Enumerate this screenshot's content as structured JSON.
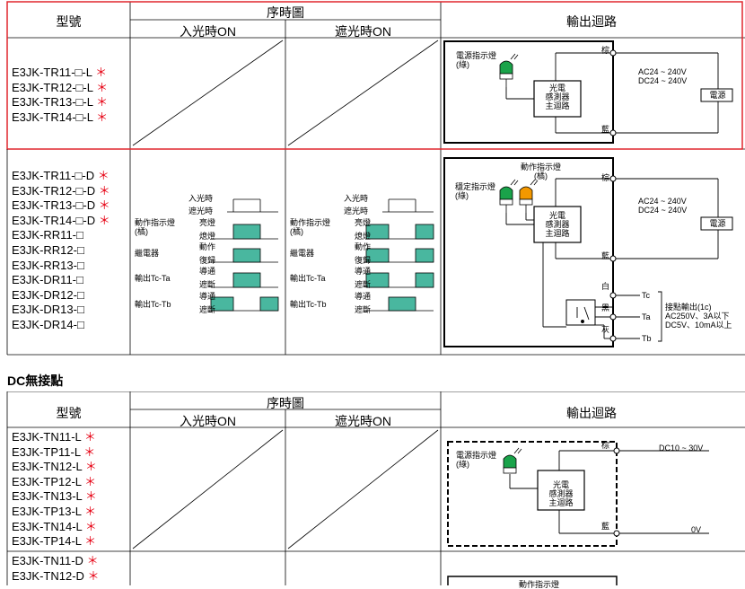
{
  "table1": {
    "header": {
      "model": "型號",
      "timing": "序時圖",
      "light_on": "入光時ON",
      "dark_on": "遮光時ON",
      "output": "輸出迴路"
    },
    "row1_models": [
      "E3JK-TR11-□-L",
      "E3JK-TR12-□-L",
      "E3JK-TR13-□-L",
      "E3JK-TR14-□-L"
    ],
    "row2_models": [
      "E3JK-TR11-□-D",
      "E3JK-TR12-□-D",
      "E3JK-TR13-□-D",
      "E3JK-TR14-□-D",
      "E3JK-RR11-□",
      "E3JK-RR12-□",
      "E3JK-RR13-□",
      "E3JK-DR11-□",
      "E3JK-DR12-□",
      "E3JK-DR13-□",
      "E3JK-DR14-□"
    ],
    "row2_star_count": 4,
    "star": "＊"
  },
  "timing": {
    "light_on": "入光時",
    "dark_on": "遮光時",
    "indicator_label": "動作指示燈\n(橘)",
    "on_light": "亮燈",
    "off_light": "熄燈",
    "relay": "繼電器",
    "operate": "動作",
    "reset": "復歸",
    "out_tc_ta": "輸出Tc-Ta",
    "out_tc_tb": "輸出Tc-Tb",
    "conduct": "導通",
    "cutoff": "遮斷"
  },
  "circuit": {
    "power_indicator": "電源指示燈\n(綠)",
    "stable_indicator": "穩定指示燈\n(綠)",
    "action_indicator": "動作指示燈\n(橘)",
    "main_circuit": "光電\n感測器\n主迴路",
    "brown": "棕",
    "blue": "藍",
    "white": "白",
    "black": "黑",
    "gray": "灰",
    "ac_voltage": "AC24 ~ 240V\nDC24 ~ 240V",
    "power": "電源",
    "tc": "Tc",
    "ta": "Ta",
    "tb": "Tb",
    "contact_output": "接點輸出(1c)\nAC250V、3A以下\nDC5V、10mA以上",
    "dc_voltage": "DC10 ~ 30V",
    "zero_v": "0V"
  },
  "section2": {
    "title": "DC無接點",
    "row1_models": [
      "E3JK-TN11-L",
      "E3JK-TP11-L",
      "E3JK-TN12-L",
      "E3JK-TP12-L",
      "E3JK-TN13-L",
      "E3JK-TP13-L",
      "E3JK-TN14-L",
      "E3JK-TP14-L"
    ],
    "row2_models": [
      "E3JK-TN11-D",
      "E3JK-TN12-D"
    ],
    "partial_label": "動作指示燈"
  },
  "colors": {
    "red_border": "#e0262d",
    "teal": "#49b79f",
    "green": "#1aa34a",
    "orange": "#f39800",
    "red_star": "#e60012",
    "header_bg": "#ffffff"
  }
}
